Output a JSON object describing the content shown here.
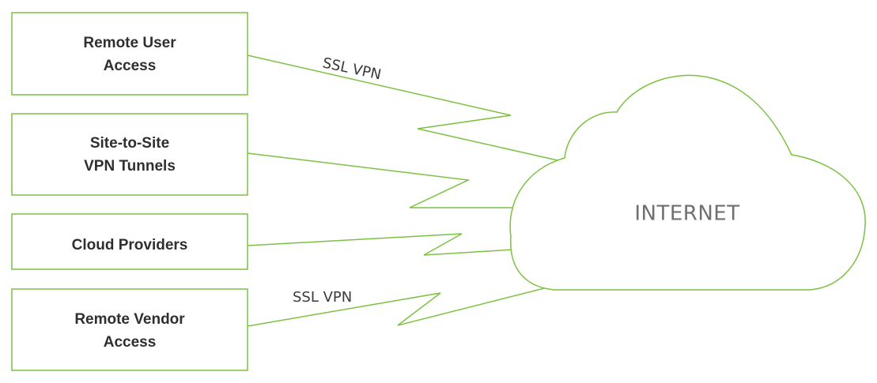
{
  "boxes": [
    {
      "line1": "Remote User",
      "line2": "Access"
    },
    {
      "line1": "Site-to-Site",
      "line2": "VPN Tunnels"
    },
    {
      "line1": "Cloud Providers",
      "line2": ""
    },
    {
      "line1": "Remote Vendor",
      "line2": "Access"
    }
  ],
  "links": {
    "top_label": "SSL VPN",
    "bottom_label": "SSL VPN"
  },
  "cloud": {
    "label": "INTERNET"
  },
  "colors": {
    "stroke": "#7cc143",
    "box_text": "#2f2f2f",
    "cloud_text": "#6f6f6f"
  }
}
